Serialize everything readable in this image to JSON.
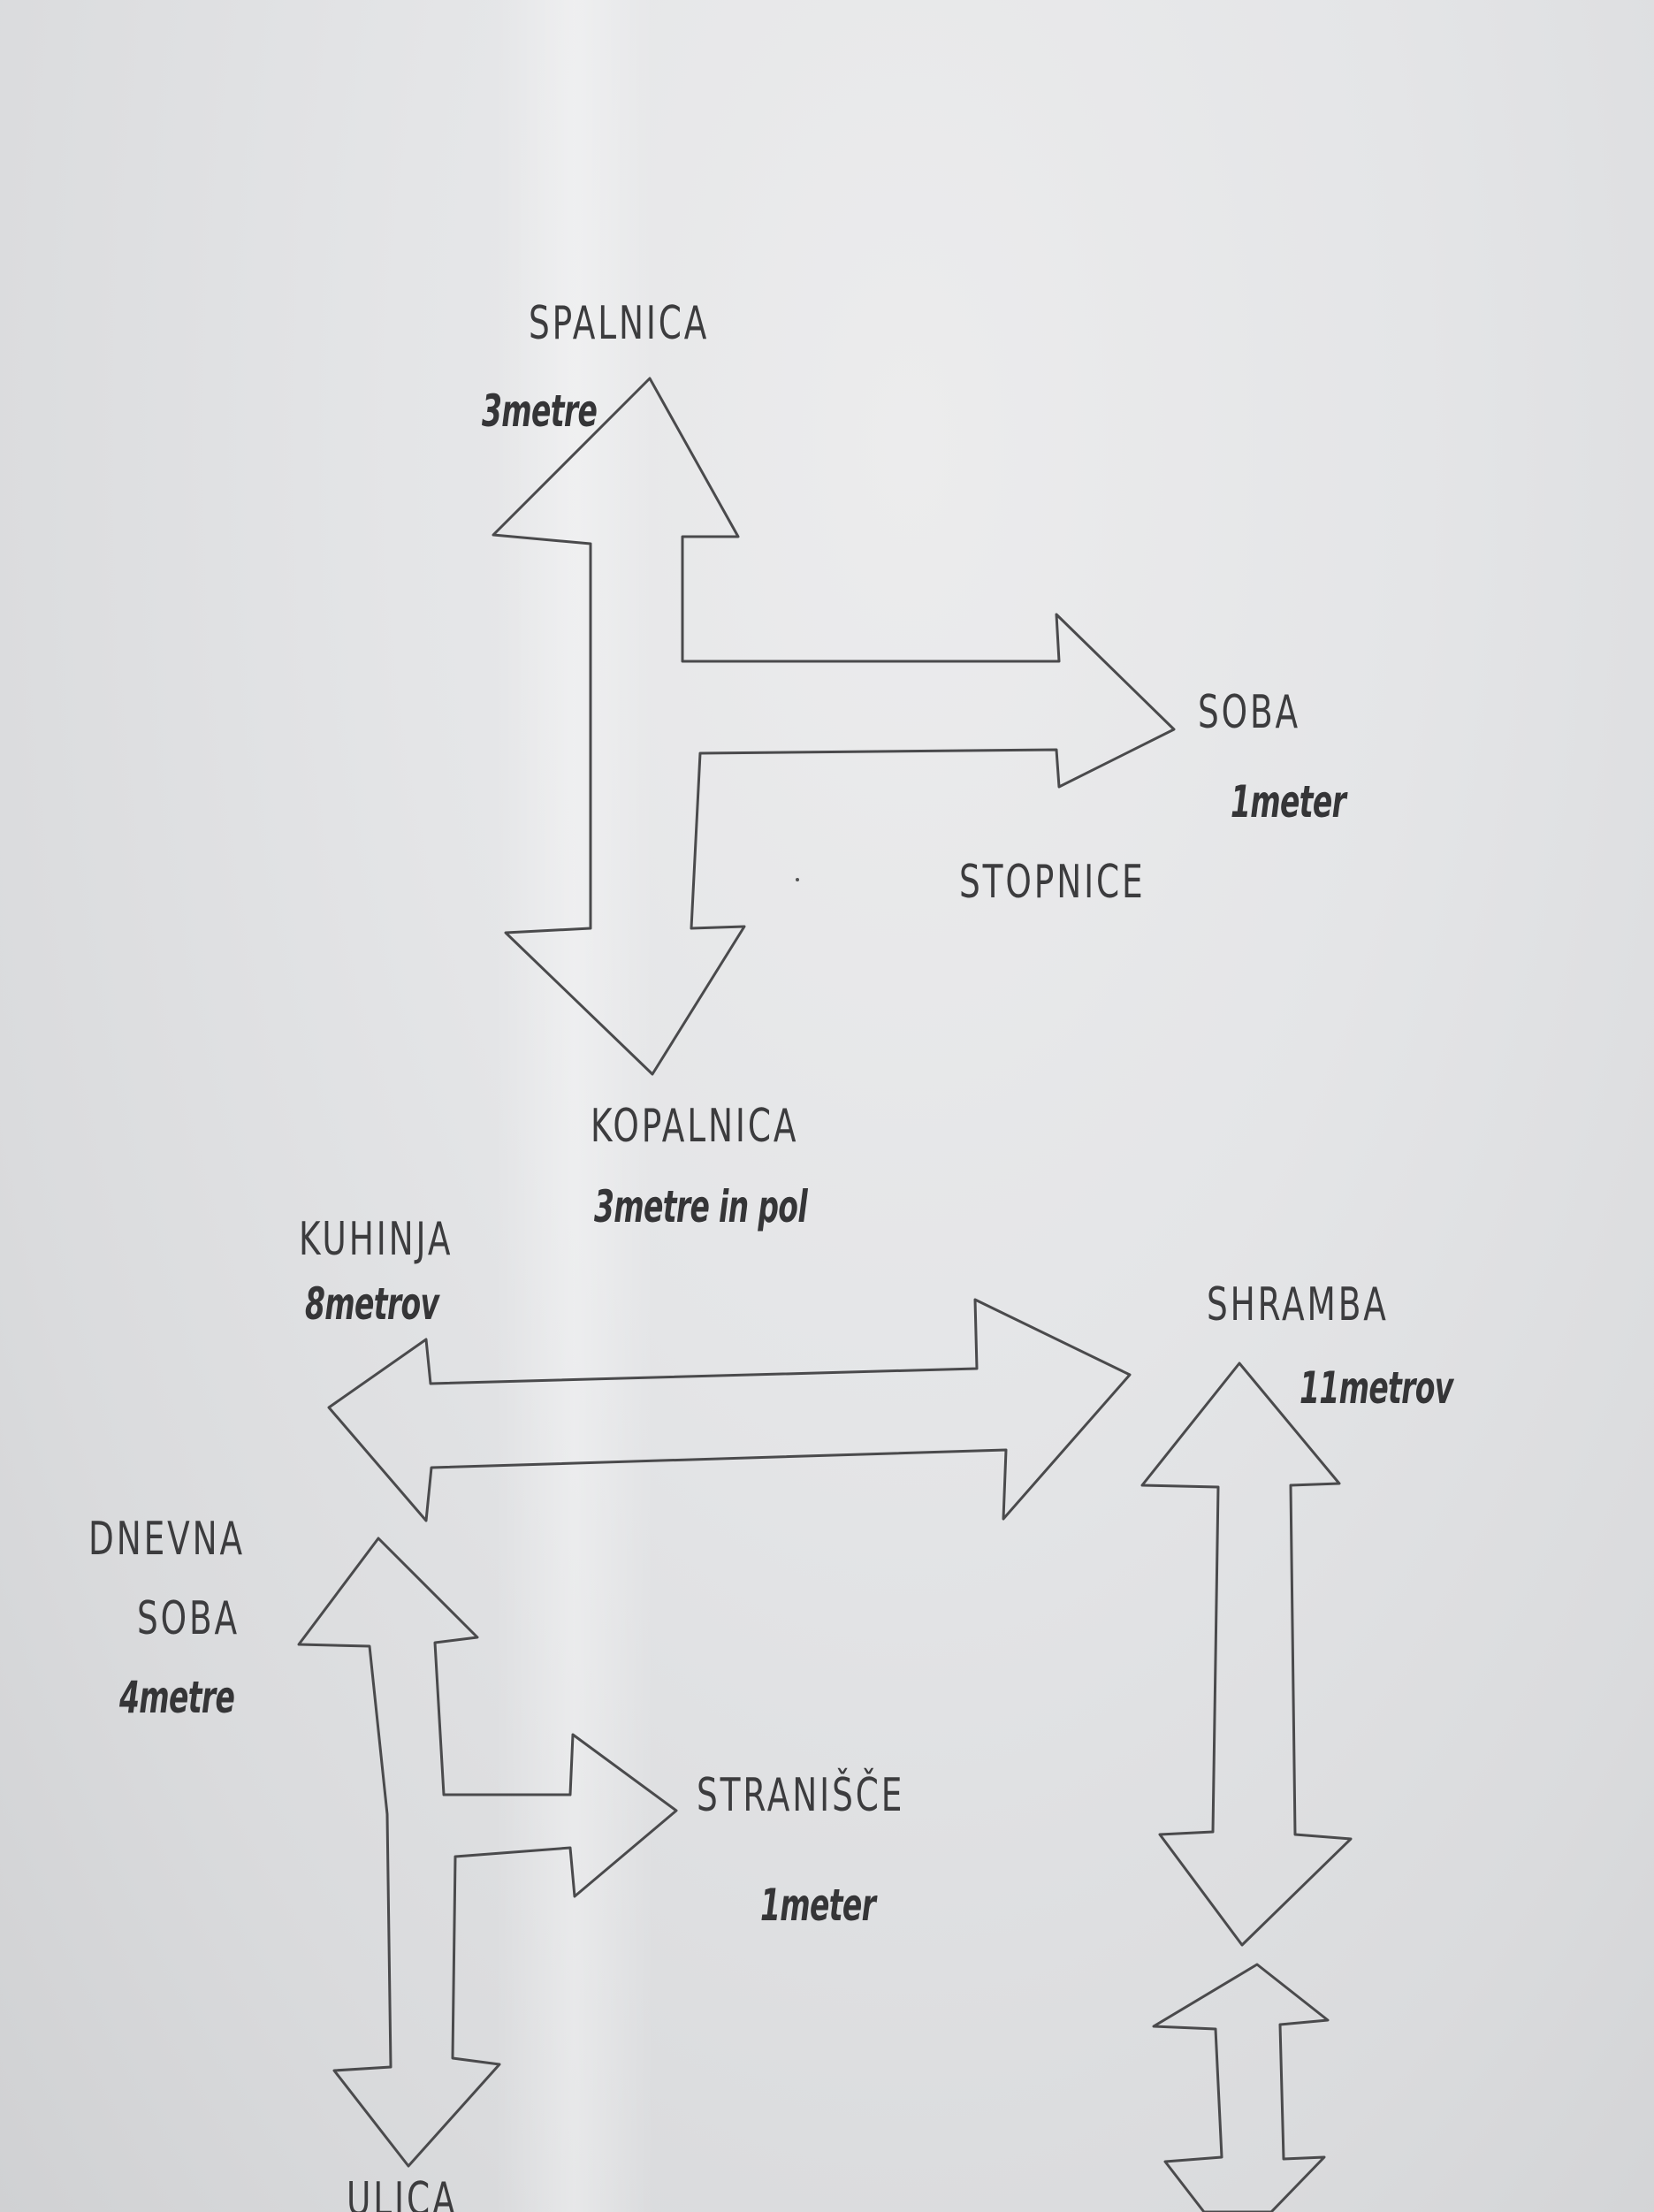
{
  "rooms": {
    "spalnica": {
      "name": "SPALNICA",
      "distance": "3metre"
    },
    "soba": {
      "name": "SOBA",
      "distance": "1meter"
    },
    "stopnice": {
      "name": "STOPNICE"
    },
    "kopalnica": {
      "name": "KOPALNICA",
      "distance": "3metre in pol"
    },
    "kuhinja": {
      "name": "KUHINJA",
      "distance": "8metrov"
    },
    "shramba": {
      "name": "SHRAMBA",
      "distance": "11metrov"
    },
    "dnevna_soba": {
      "name_line1": "DNEVNA",
      "name_line2": "SOBA",
      "distance": "4metre"
    },
    "stranisce": {
      "name": "STRANIŠČE",
      "distance": "1meter"
    },
    "ulica": {
      "name": "ULICA"
    }
  },
  "colors": {
    "paper": "#e4e5e7",
    "pencil": "#4a4a4c"
  }
}
